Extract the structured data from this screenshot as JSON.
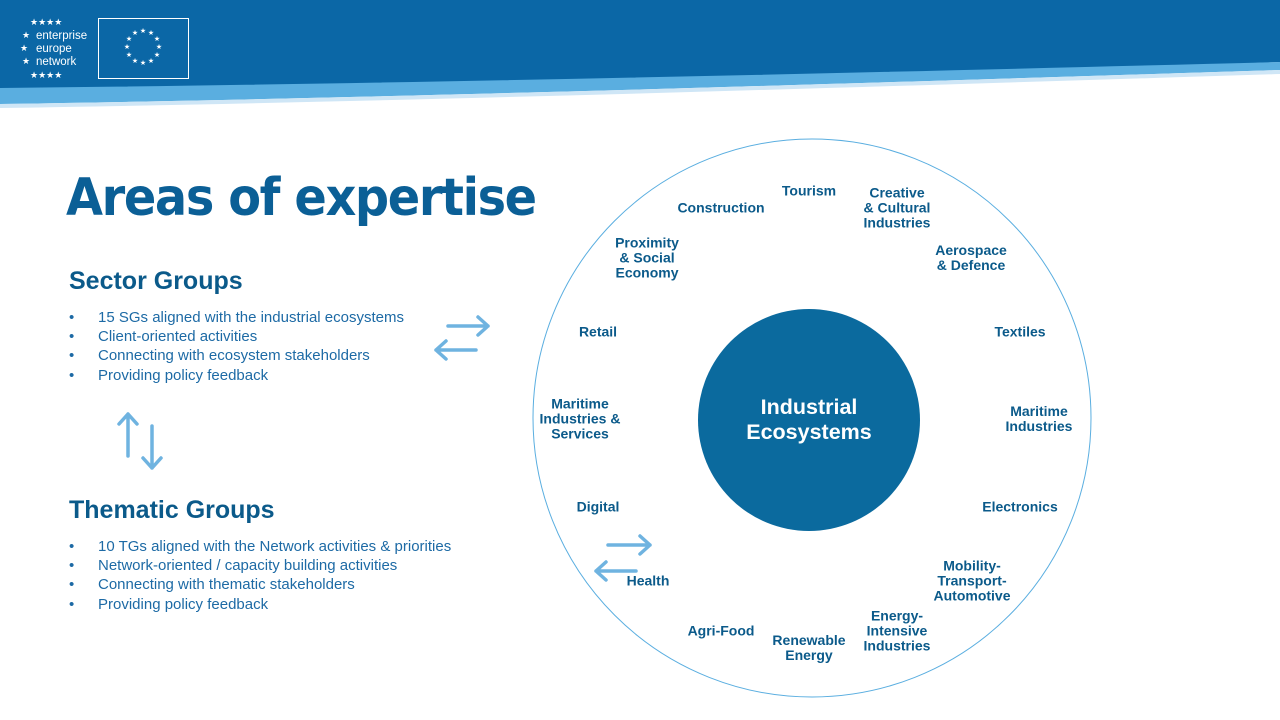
{
  "brand": {
    "logo_lines": [
      "enterprise",
      "europe",
      "network"
    ],
    "colors": {
      "banner": "#0b67a6",
      "accent": "#4aa3db",
      "title": "#0b5f96",
      "text": "#1d6aa5",
      "circle_fill": "#0b6a9e",
      "arrow": "#6fb3e0"
    }
  },
  "slide": {
    "title": "Areas of expertise"
  },
  "sector_groups": {
    "heading": "Sector Groups",
    "bullets": [
      "15 SGs aligned with the industrial ecosystems",
      "Client-oriented activities",
      "Connecting with ecosystem stakeholders",
      "Providing policy feedback"
    ]
  },
  "thematic_groups": {
    "heading": "Thematic Groups",
    "bullets": [
      "10 TGs aligned with the Network activities & priorities",
      "Network-oriented / capacity building activities",
      "Connecting with thematic stakeholders",
      "Providing policy feedback"
    ]
  },
  "diagram": {
    "center_label": "Industrial\nEcosystems",
    "ecosystems": [
      "Tourism",
      "Creative\n& Cultural\nIndustries",
      "Aerospace\n& Defence",
      "Textiles",
      "Maritime\nIndustries",
      "Electronics",
      "Mobility-\nTransport-\nAutomotive",
      "Energy-\nIntensive\nIndustries",
      "Renewable\nEnergy",
      "Agri-Food",
      "Health",
      "Digital",
      "Maritime\nIndustries &\nServices",
      "Retail",
      "Proximity\n& Social\nEconomy",
      "Construction"
    ]
  }
}
